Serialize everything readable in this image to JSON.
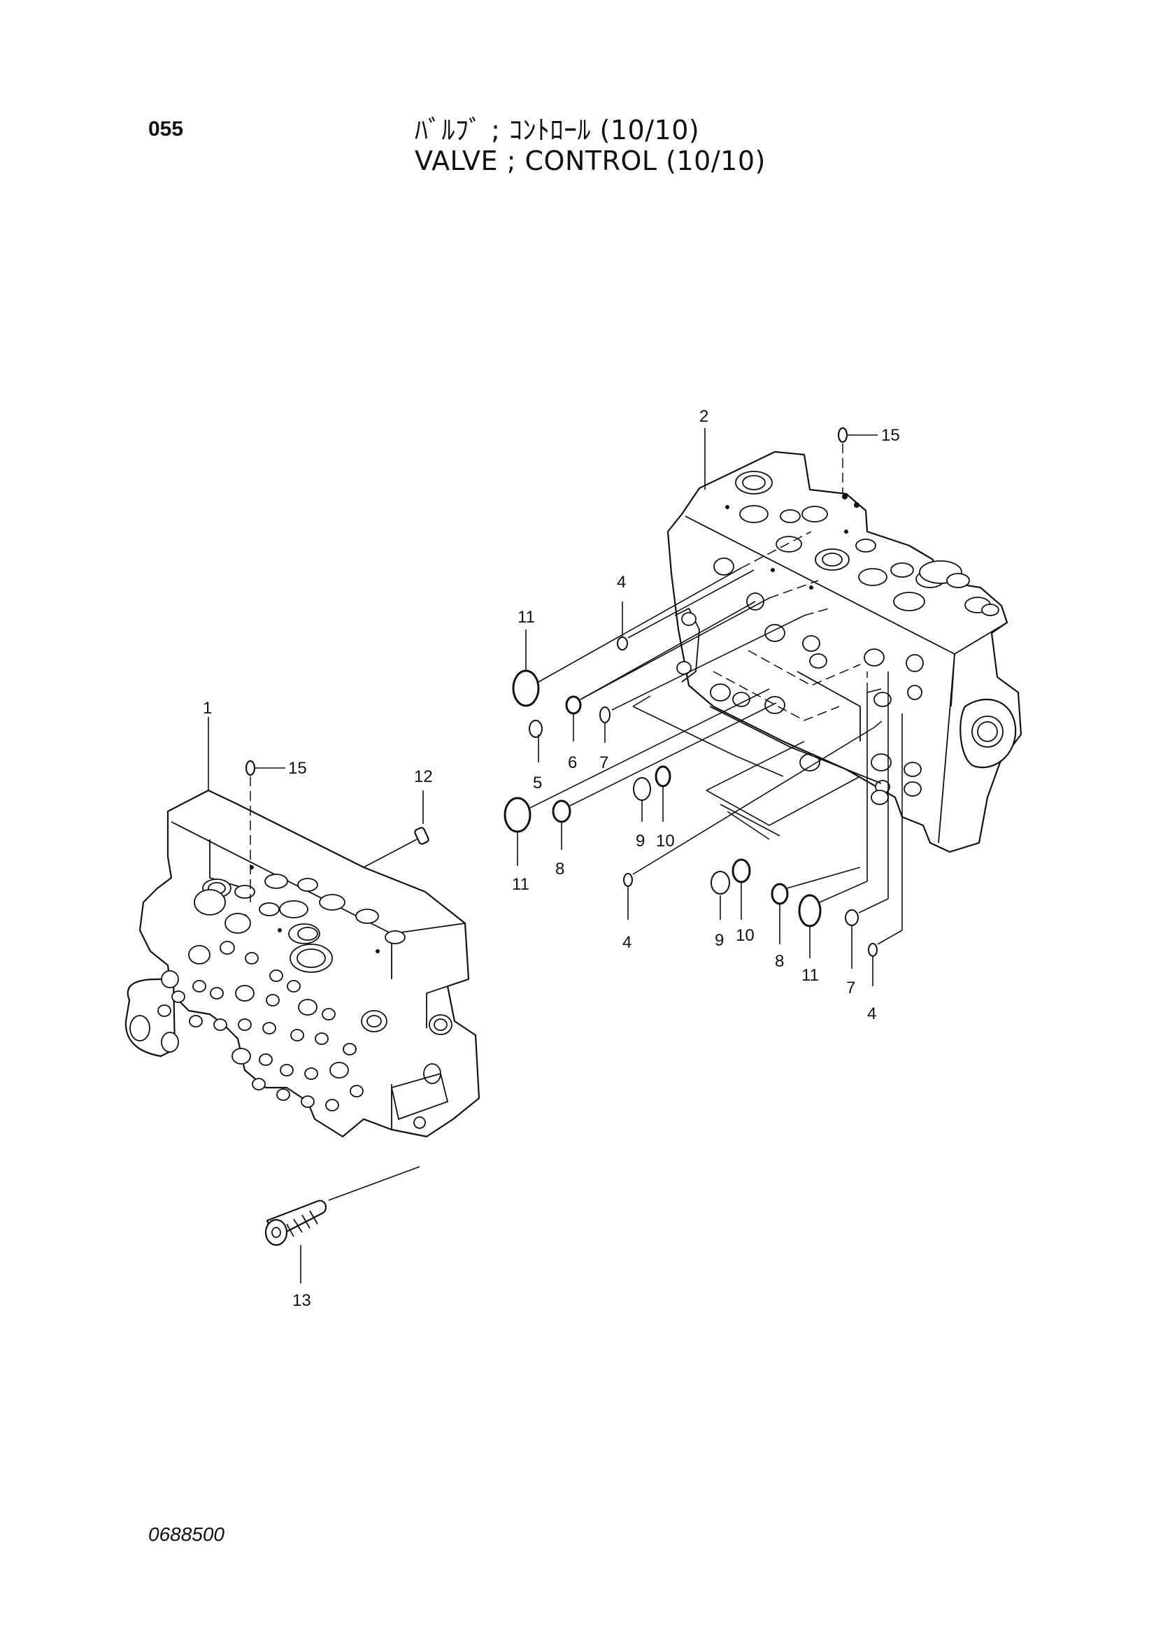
{
  "header": {
    "page_code": "055",
    "title_jp": "ﾊﾞﾙﾌﾞ ; ｺﾝﾄﾛｰﾙ (10/10)",
    "title_en": "VALVE ; CONTROL (10/10)"
  },
  "footer": {
    "drawing_number": "0688500"
  },
  "part_callouts": [
    {
      "id": "c1",
      "label": "1"
    },
    {
      "id": "c2",
      "label": "2"
    },
    {
      "id": "c4a",
      "label": "4"
    },
    {
      "id": "c4b",
      "label": "4"
    },
    {
      "id": "c4c",
      "label": "4"
    },
    {
      "id": "c5",
      "label": "5"
    },
    {
      "id": "c6",
      "label": "6"
    },
    {
      "id": "c7a",
      "label": "7"
    },
    {
      "id": "c7b",
      "label": "7"
    },
    {
      "id": "c8a",
      "label": "8"
    },
    {
      "id": "c8b",
      "label": "8"
    },
    {
      "id": "c9a",
      "label": "9"
    },
    {
      "id": "c9b",
      "label": "9"
    },
    {
      "id": "c10a",
      "label": "10"
    },
    {
      "id": "c10b",
      "label": "10"
    },
    {
      "id": "c11a",
      "label": "11"
    },
    {
      "id": "c11b",
      "label": "11"
    },
    {
      "id": "c11c",
      "label": "11"
    },
    {
      "id": "c12",
      "label": "12"
    },
    {
      "id": "c13",
      "label": "13"
    },
    {
      "id": "c15a",
      "label": "15"
    },
    {
      "id": "c15b",
      "label": "15"
    }
  ]
}
